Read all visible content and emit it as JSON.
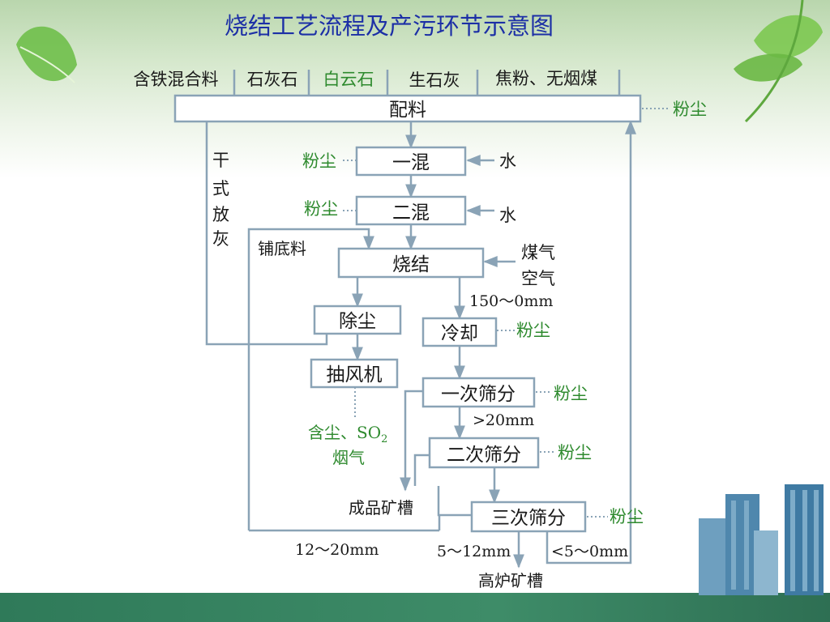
{
  "title": "烧结工艺流程及产污环节示意图",
  "colors": {
    "line": "#8aa3b6",
    "green_text": "#2e8a2e",
    "title": "#1c2fa6",
    "footer": "#2f7a59"
  },
  "raw_materials": [
    "含铁混合料",
    "石灰石",
    "白云石",
    "生石灰",
    "焦粉、无烟煤"
  ],
  "boxes": {
    "peiliao": "配料",
    "yihun": "一混",
    "erhun": "二混",
    "shaojie": "烧结",
    "chuchen": "除尘",
    "lengque": "冷却",
    "choufengji": "抽风机",
    "yici": "一次筛分",
    "erci": "二次筛分",
    "sanci": "三次筛分"
  },
  "labels": {
    "dust": "粉尘",
    "water": "水",
    "gan": "干",
    "shi": "式",
    "fang": "放",
    "hui": "灰",
    "pudiliao": "铺底料",
    "meiqi": "煤气",
    "kongqi": "空气",
    "size_150": "150～0mm",
    "size_20": ">20mm",
    "smoke_line1_a": "含尘、SO",
    "smoke_line1_sub": "2",
    "smoke_line2": "烟气",
    "chengpin": "成品矿槽",
    "size_12_20": "12～20mm",
    "size_5_12": "5～12mm",
    "size_lt5": "<5～0mm",
    "gaolu": "高炉矿槽"
  },
  "icons": [
    "leaf-icon",
    "building-icon"
  ]
}
